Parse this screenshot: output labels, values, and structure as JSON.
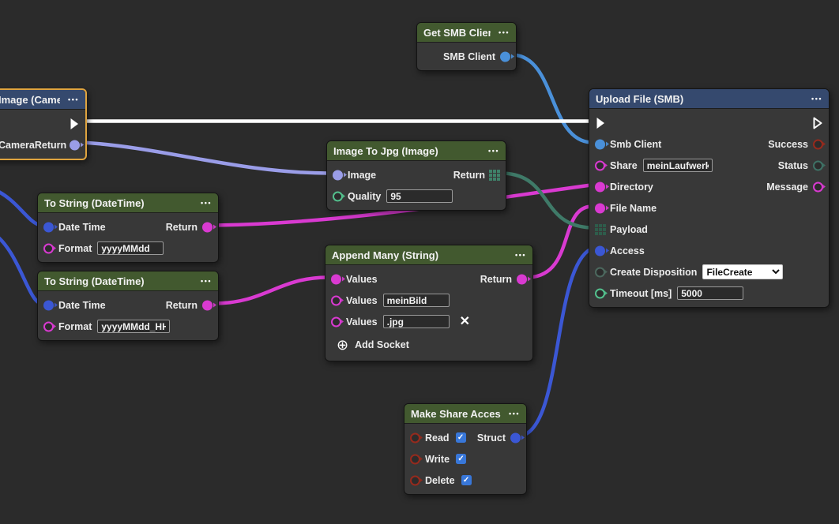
{
  "ui": {
    "menu_icon": "•••",
    "remove_icon": "✕",
    "check_icon": "✓",
    "add_socket_icon": "⊕"
  },
  "colors": {
    "canvas_bg": "#2b2b2b",
    "node_body": "#383838",
    "header_green": "#42592f",
    "header_blue": "#35496e",
    "selected_border": "#dfa43f",
    "sock_smb": "#4a90d9",
    "sock_image": "#9a9de8",
    "sock_string": "#d93ad1",
    "sock_datetime": "#3b57d4",
    "sock_struct": "#3b57d4",
    "sock_int": "#53c08d",
    "sock_bool": "#962a1d",
    "sock_status": "#3e7165",
    "sock_dim": "#4c685e",
    "sock_bytes": "#3f8169",
    "sock_bytes_dim": "#2e5c4b",
    "checkbox": "#3877d9",
    "exec_pin": "#ffffff"
  },
  "nodes": {
    "get_smb": {
      "title": "Get SMB Client",
      "output_label": "SMB Client"
    },
    "camera": {
      "title": "Image (Camera)",
      "input_label": "Camera",
      "output_label": "Return",
      "selected": true
    },
    "to_jpg": {
      "title": "Image To Jpg (Image)",
      "image_label": "Image",
      "return_label": "Return",
      "quality_label": "Quality",
      "quality_value": "95"
    },
    "to_string_1": {
      "title": "To String (DateTime)",
      "datetime_label": "Date Time",
      "return_label": "Return",
      "format_label": "Format",
      "format_value": "yyyyMMdd"
    },
    "to_string_2": {
      "title": "To String (DateTime)",
      "datetime_label": "Date Time",
      "return_label": "Return",
      "format_label": "Format",
      "format_value": "yyyyMMdd_HH"
    },
    "append_many": {
      "title": "Append Many (String)",
      "values_label_1": "Values",
      "return_label": "Return",
      "values_label_2": "Values",
      "values_2_value": "meinBild",
      "values_label_3": "Values",
      "values_3_value": ".jpg",
      "add_socket_label": "Add Socket"
    },
    "upload_file": {
      "title": "Upload File (SMB)",
      "smb_client_label": "Smb Client",
      "success_label": "Success",
      "share_label": "Share",
      "share_value": "meinLaufwerk",
      "status_label": "Status",
      "directory_label": "Directory",
      "message_label": "Message",
      "file_name_label": "File Name",
      "payload_label": "Payload",
      "access_label": "Access",
      "create_disposition_label": "Create Disposition",
      "create_disposition_value": "FileCreate",
      "timeout_label": "Timeout [ms]",
      "timeout_value": "5000"
    },
    "make_share_access": {
      "title": "Make Share Access",
      "read_label": "Read",
      "write_label": "Write",
      "delete_label": "Delete",
      "struct_label": "Struct",
      "read_checked": true,
      "write_checked": true,
      "delete_checked": true
    }
  },
  "wires": [
    {
      "name": "datetime-1",
      "from": "offscreen-left",
      "to": "to_string_1.Date Time",
      "color": "#3b57d4"
    },
    {
      "name": "datetime-2",
      "from": "offscreen-left",
      "to": "to_string_2.Date Time",
      "color": "#3b57d4"
    },
    {
      "name": "image",
      "from": "camera.Return",
      "to": "to_jpg.Image",
      "color": "#9a9de8"
    },
    {
      "name": "directory",
      "from": "to_string_1.Return",
      "to": "upload_file.Directory",
      "color": "#d93ad1"
    },
    {
      "name": "values",
      "from": "to_string_2.Return",
      "to": "append_many.Values",
      "color": "#d93ad1"
    },
    {
      "name": "file-name",
      "from": "append_many.Return",
      "to": "upload_file.File Name",
      "color": "#d93ad1"
    },
    {
      "name": "payload",
      "from": "to_jpg.Return",
      "to": "upload_file.Payload",
      "color": "#3f7a68"
    },
    {
      "name": "access",
      "from": "make_share_access.Struct",
      "to": "upload_file.Access",
      "color": "#3b57d4"
    },
    {
      "name": "smb-client",
      "from": "get_smb.SMB Client",
      "to": "upload_file.Smb Client",
      "color": "#4a90d9"
    },
    {
      "name": "exec",
      "from": "camera.exec",
      "to": "upload_file.exec",
      "color": "#ffffff"
    }
  ]
}
